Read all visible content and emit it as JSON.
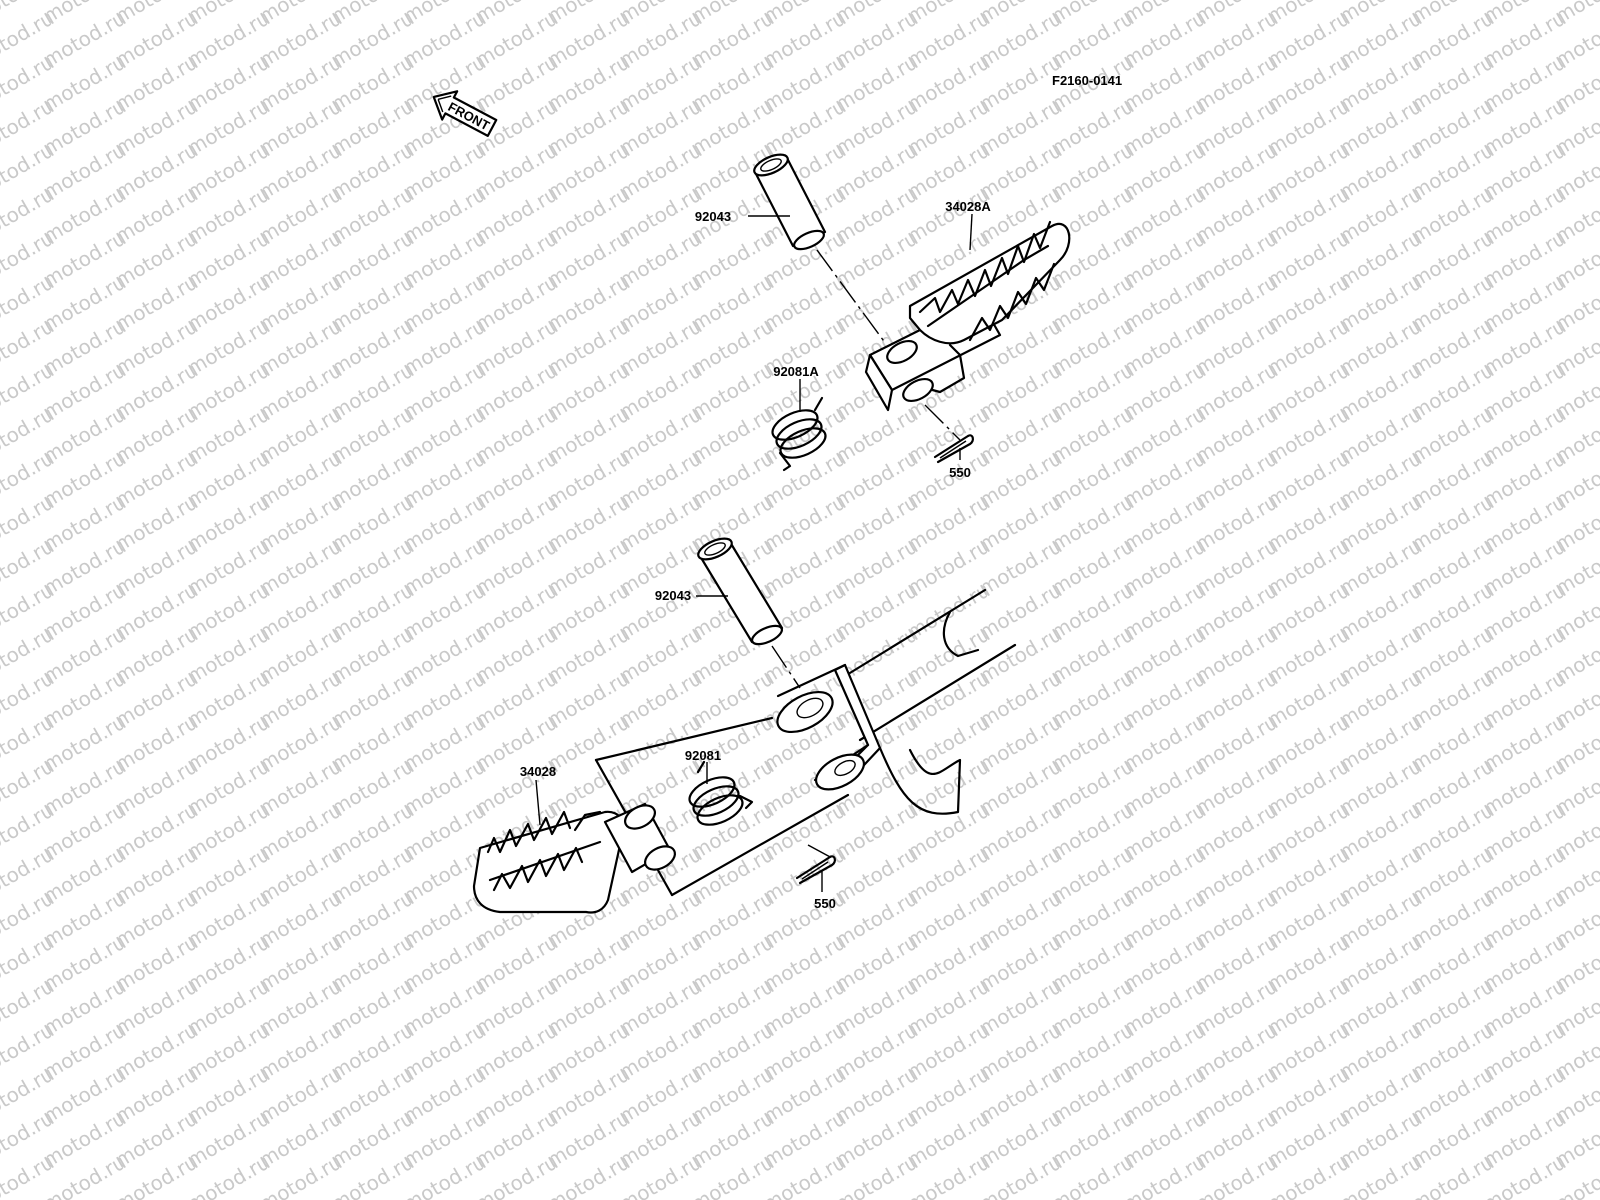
{
  "diagram": {
    "figure_code": "F2160-0141",
    "direction_label": "FRONT",
    "watermark": "motod.ru",
    "parts": [
      {
        "id": "92043",
        "label": "92043"
      },
      {
        "id": "34028A",
        "label": "34028A"
      },
      {
        "id": "92081A",
        "label": "92081A"
      },
      {
        "id": "550",
        "label": "550"
      },
      {
        "id": "92043",
        "label": "92043"
      },
      {
        "id": "34028",
        "label": "34028"
      },
      {
        "id": "92081",
        "label": "92081"
      },
      {
        "id": "550",
        "label": "550"
      }
    ]
  }
}
